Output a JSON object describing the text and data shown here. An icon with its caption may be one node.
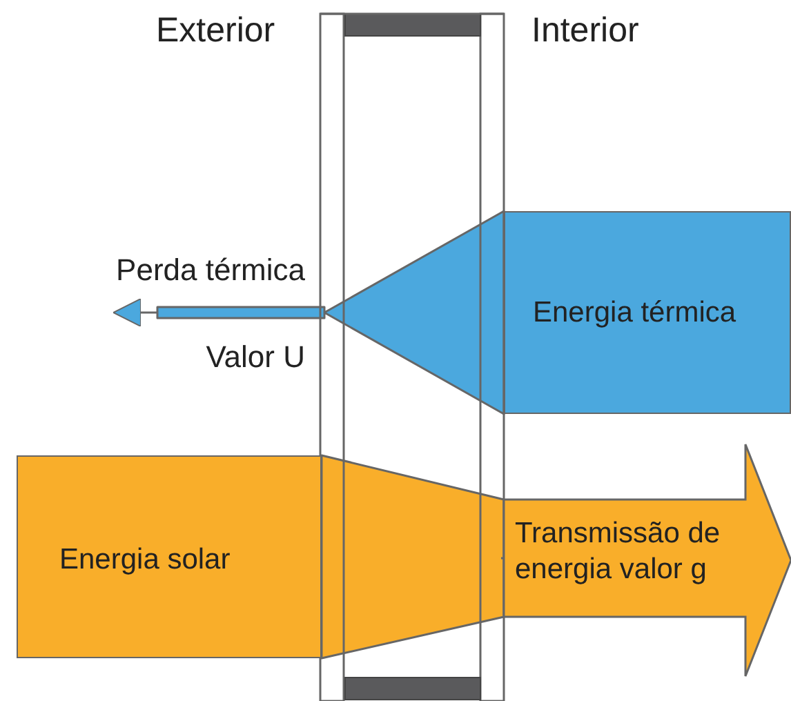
{
  "diagram": {
    "nodes": [
      {
        "text": [
          "Energia térmica"
        ]
      },
      {
        "text": [
          "Energia solar"
        ]
      },
      {
        "text": [
          "Transmissão de energia valor g"
        ]
      }
    ],
    "edges": [
      {
        "from": 0,
        "to": null,
        "arrow": "to",
        "label": "Perda térmica"
      },
      {
        "from": 1,
        "to": 2,
        "arrow": "none"
      }
    ],
    "labels": [
      "Exterior",
      "Interior",
      "Valor U"
    ]
  }
}
